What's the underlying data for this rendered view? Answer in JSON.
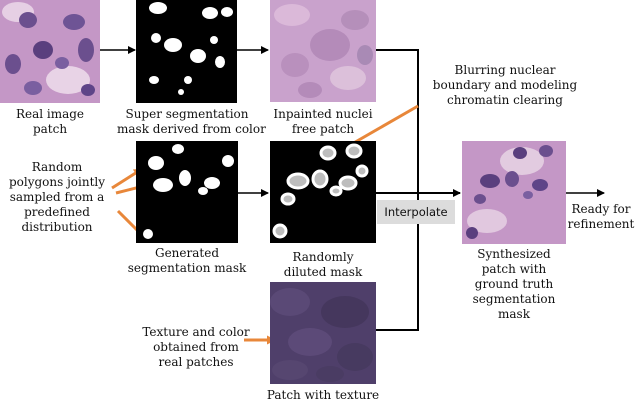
{
  "colors": {
    "arrow_black": "#000000",
    "arrow_orange": "#e8873a",
    "interpolate_bg": "#dcdcdc",
    "he_stain_pink": "#c497c6",
    "nuclei_purple": "#6b4f8e",
    "texture_purple": "#4f3f6a",
    "mask_black": "#000000",
    "mask_white": "#ffffff"
  },
  "nodes": {
    "real_image": {
      "label_lines": [
        "Real image",
        "patch"
      ]
    },
    "super_mask": {
      "label_lines": [
        "Super segmentation",
        "mask derived from color"
      ]
    },
    "inpainted": {
      "label_lines": [
        "Inpainted nuclei",
        "free patch"
      ]
    },
    "generated_mask": {
      "label_lines": [
        "Generated",
        "segmentation mask"
      ]
    },
    "diluted_mask": {
      "label_lines": [
        "Randomly",
        "diluted mask"
      ]
    },
    "texture_patch": {
      "label_lines": [
        "Patch with texture"
      ]
    },
    "synthesized": {
      "label_lines": [
        "Synthesized",
        "patch with",
        "ground truth",
        "segmentation",
        "mask"
      ]
    },
    "interpolate": {
      "label": "Interpolate"
    }
  },
  "annotations": {
    "blurring": {
      "lines": [
        "Blurring nuclear",
        "boundary and modeling",
        "chromatin clearing"
      ]
    },
    "random_polygons": {
      "lines": [
        "Random",
        "polygons jointly",
        "sampled from a",
        "predefined",
        "distribution"
      ]
    },
    "texture_color": {
      "lines": [
        "Texture and color",
        "obtained from",
        "real patches"
      ]
    },
    "ready": {
      "lines": [
        "Ready for",
        "refinement"
      ]
    }
  }
}
